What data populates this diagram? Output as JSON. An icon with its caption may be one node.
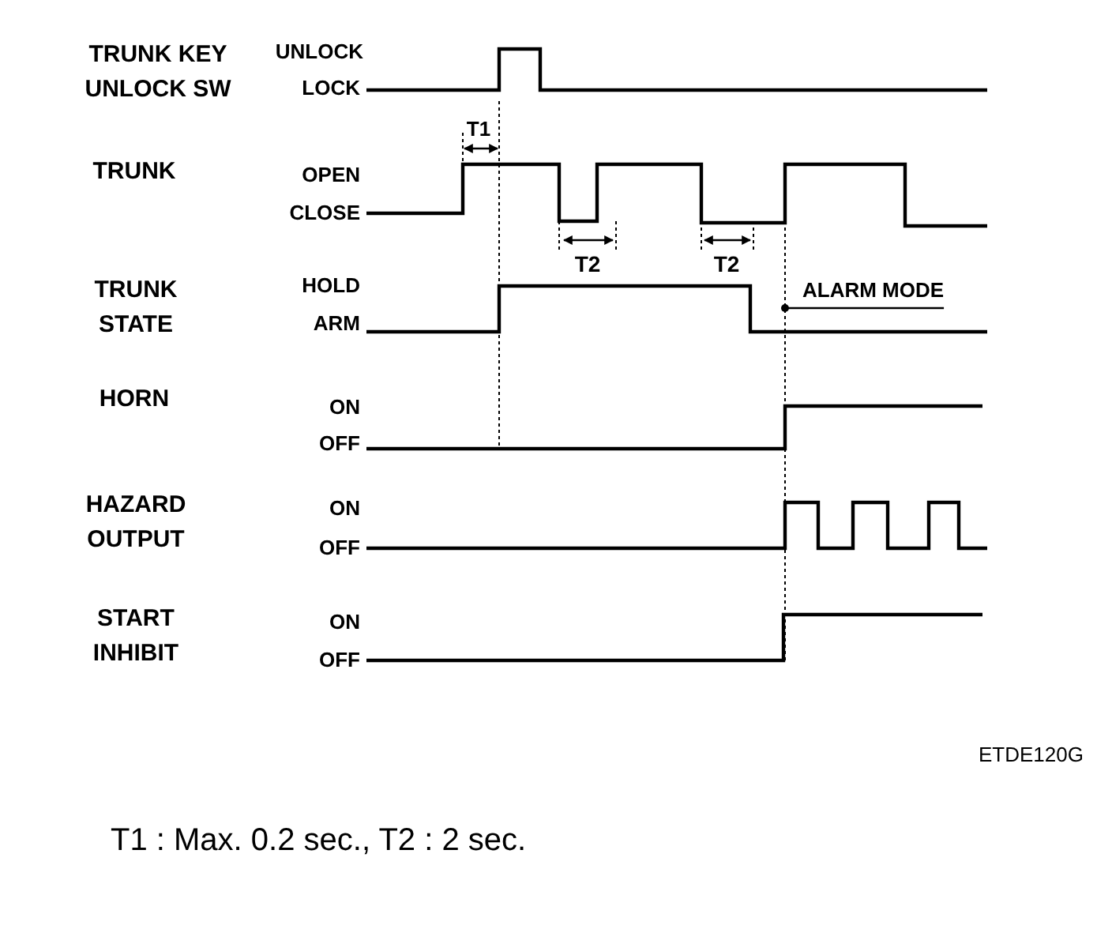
{
  "diagram": {
    "caption": "T1 : Max. 0.2 sec., T2 : 2 sec.",
    "nodes": [
      {
        "text": [
          "ALARM MODE"
        ]
      },
      {
        "text": [],
        "shape": "line"
      }
    ],
    "edges": [
      {
        "from": 0,
        "to": 1,
        "arrow": "other"
      }
    ],
    "labels": [
      "TRUNK KEY UNLOCK SW",
      "UNLOCK",
      "LOCK",
      "T1",
      "TRUNK",
      "OPEN",
      "CLOSE",
      "T2",
      "T2",
      "TRUNK STATE",
      "HOLD",
      "ARM",
      "HORN",
      "ON",
      "OFF",
      "HAZARD OUTPUT",
      "ON",
      "OFF",
      "START INHIBIT",
      "ON",
      "OFF",
      "ETDE120G"
    ]
  }
}
